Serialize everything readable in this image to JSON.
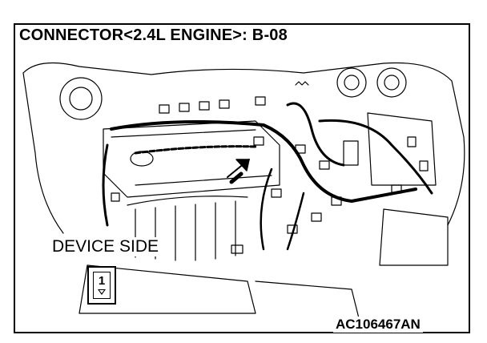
{
  "title": "CONNECTOR<2.4L ENGINE>: B-08",
  "device_side_label": "DEVICE SIDE",
  "connector_pin": "1",
  "figure_code": "AC106467AN"
}
